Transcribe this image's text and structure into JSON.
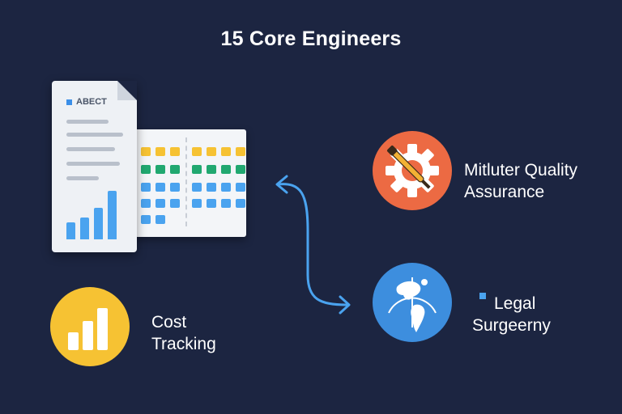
{
  "title": "15 Core Engineers",
  "document": {
    "label": "ABECT",
    "chart_bars": [
      0.3,
      0.38,
      0.55,
      0.85
    ]
  },
  "nodes": {
    "quality": {
      "label_line1": "Mitluter Quality",
      "label_line2": "Assurance",
      "icon": "gear-wrench-icon"
    },
    "legal": {
      "label_line1": "Legal",
      "label_line2": "Surgeerny",
      "icon": "globe-icon"
    },
    "cost": {
      "label_line1": "Cost",
      "label_line2": "Tracking",
      "icon": "bar-chart-icon"
    }
  },
  "colors": {
    "background": "#1c2541",
    "quality": "#ec6a43",
    "legal": "#3d8ede",
    "cost": "#f6c233",
    "connector": "#4aa3ef"
  }
}
